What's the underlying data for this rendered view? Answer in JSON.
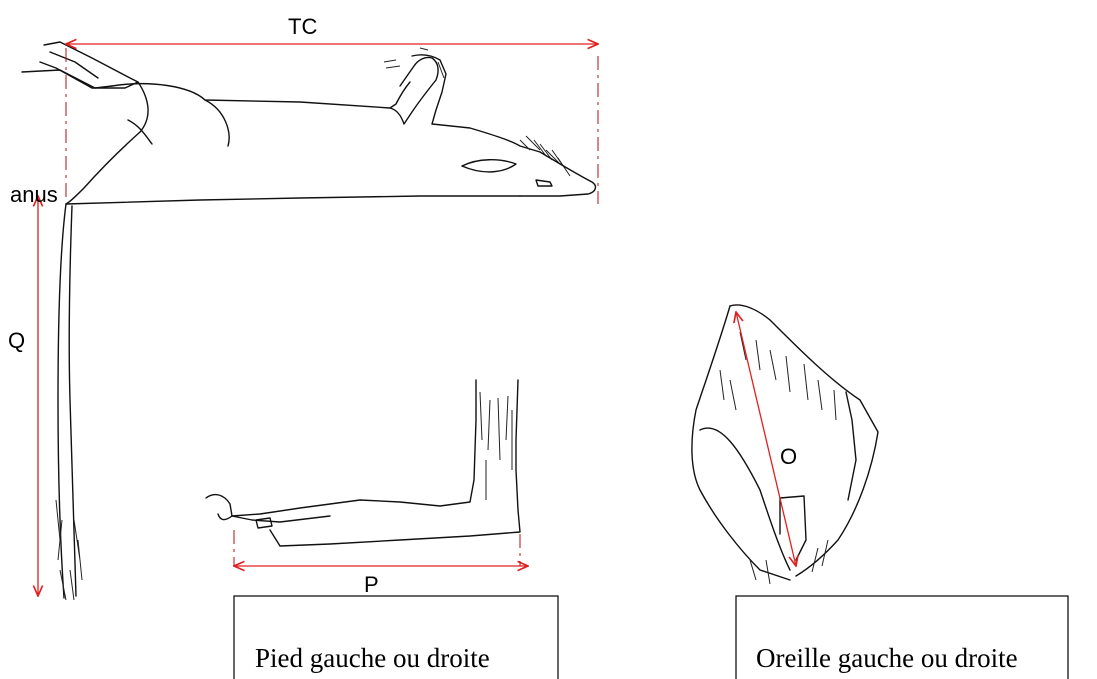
{
  "labels": {
    "tc": "TC",
    "anus": "anus",
    "q": "Q",
    "p": "P",
    "o": "O"
  },
  "captions": {
    "foot": "Pied gauche ou droite",
    "ear": "Oreille gauche ou droite"
  },
  "colors": {
    "measure_line": "#e02020",
    "sketch_line": "#111111"
  }
}
